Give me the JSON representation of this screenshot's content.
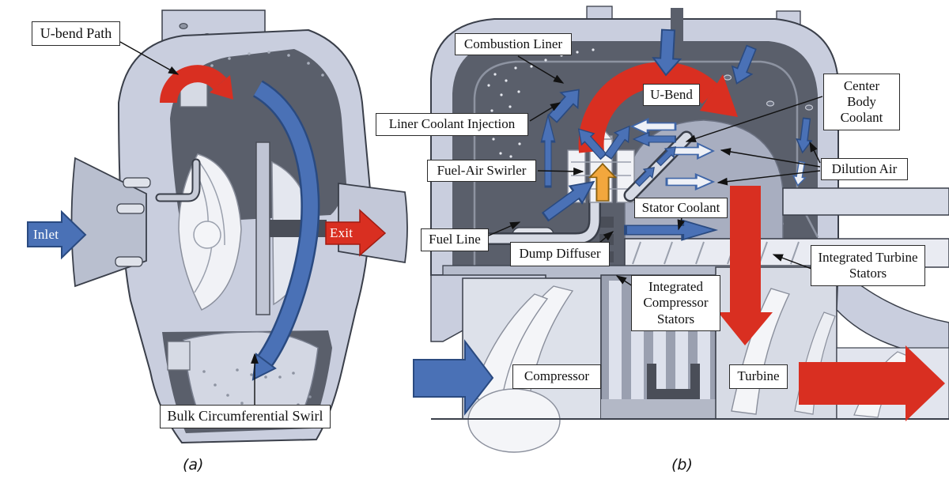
{
  "figure": {
    "colors": {
      "arrow_blue": "#4a71b6",
      "arrow_blue_border": "#2a4a80",
      "arrow_red": "#d92f21",
      "arrow_orange": "#f2a73d",
      "casing_light": "#c9cede",
      "cavity_dark": "#5a5f6b"
    },
    "panel_a": {
      "caption": "(a)",
      "labels": {
        "u_bend_path": "U-bend Path",
        "inlet": "Inlet",
        "exit": "Exit",
        "bulk_swirl": "Bulk Circumferential Swirl"
      }
    },
    "panel_b": {
      "caption": "(b)",
      "labels": {
        "combustion_liner": "Combustion Liner",
        "u_bend": "U-Bend",
        "liner_coolant_injection": "Liner Coolant Injection",
        "center_body_coolant": "Center Body Coolant",
        "dilution_air": "Dilution Air",
        "fuel_air_swirler": "Fuel-Air Swirler",
        "stator_coolant": "Stator Coolant",
        "fuel_line": "Fuel Line",
        "dump_diffuser": "Dump Diffuser",
        "integrated_compressor_stators": "Integrated Compressor Stators",
        "integrated_turbine_stators": "Integrated Turbine Stators",
        "compressor": "Compressor",
        "turbine": "Turbine"
      }
    }
  }
}
